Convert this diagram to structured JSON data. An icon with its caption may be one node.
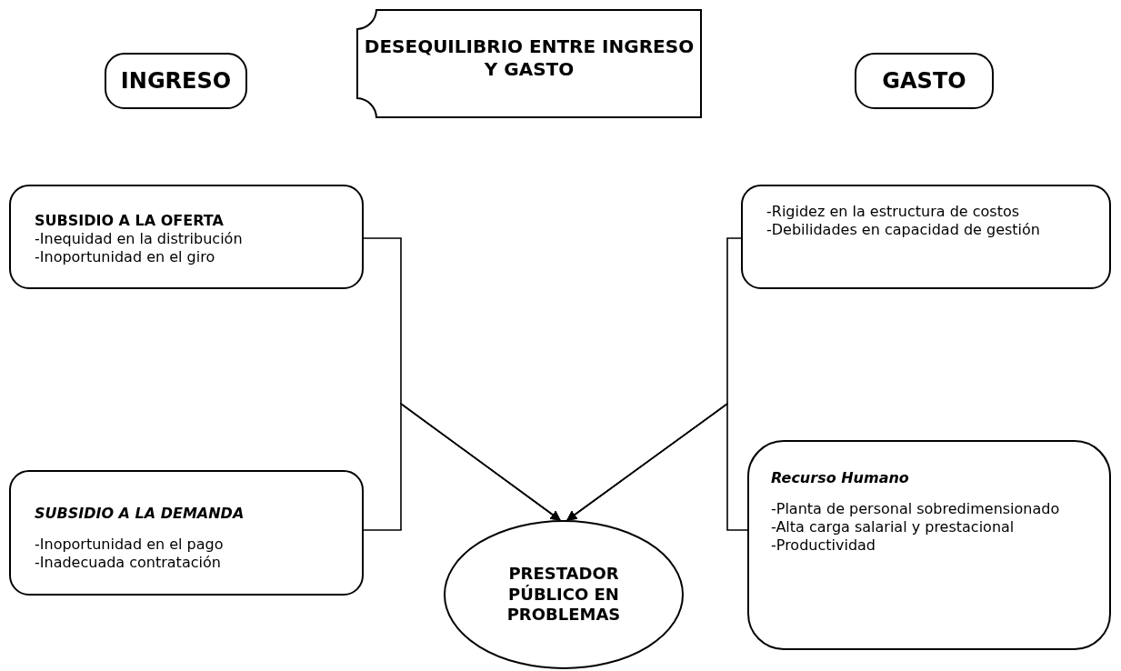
{
  "diagram": {
    "nodes": [
      {
        "text": [
          "INGRESO"
        ]
      },
      {
        "text": [
          "DESEQUILIBRIO ENTRE INGRESO Y GASTO"
        ]
      },
      {
        "text": [
          "GASTO"
        ]
      },
      {
        "text": [
          "SUBSIDIO A LA OFERTA",
          "-Inequidad en la distribución",
          "-Inoportunidad en el giro"
        ]
      },
      {
        "text": [
          "SUBSIDIO A LA DEMANDA",
          "-Inoportunidad en el pago",
          "-Inadecuada contratación"
        ]
      },
      {
        "text": [
          "-Rigidez en la estructura de costos",
          "-Debilidades en capacidad de gestión"
        ]
      },
      {
        "text": [
          "Recurso Humano",
          "-Planta de personal sobredimensionado",
          "-Alta carga salarial y prestacional",
          "-Productividad"
        ]
      },
      {
        "text": [
          "PRESTADOR PÚBLICO EN PROBLEMAS"
        ]
      }
    ],
    "edges": [
      {
        "from": 3,
        "to": 7,
        "arrow": "to"
      },
      {
        "from": 4,
        "to": 7,
        "arrow": "to"
      },
      {
        "from": 5,
        "to": 7,
        "arrow": "to"
      },
      {
        "from": 6,
        "to": 7,
        "arrow": "to"
      }
    ]
  }
}
